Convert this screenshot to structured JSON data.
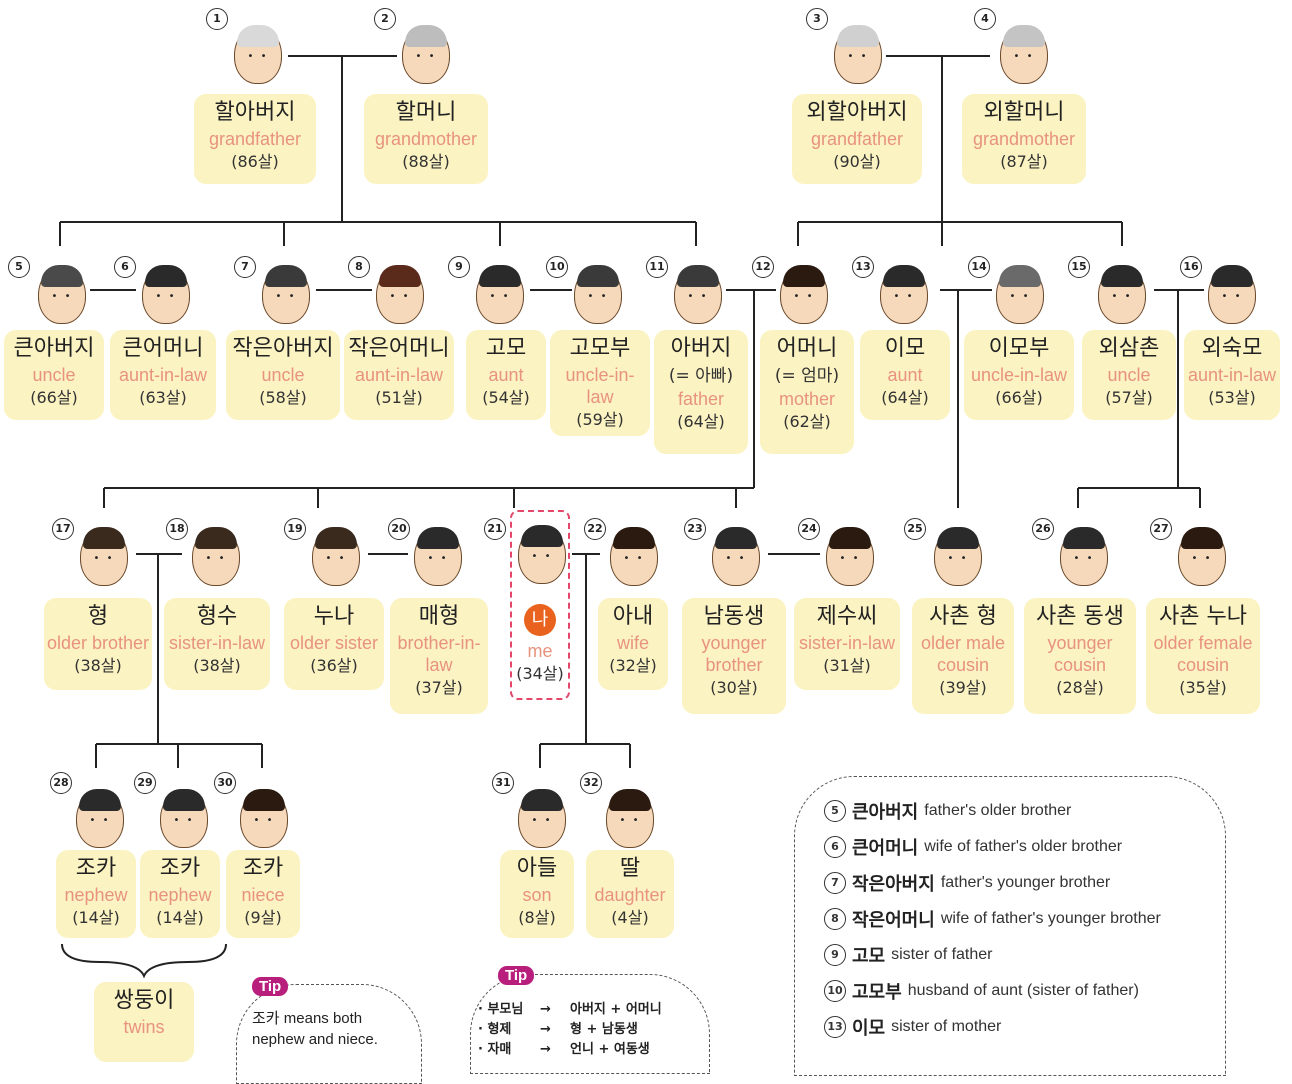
{
  "people": [
    {
      "num": "1",
      "kr": "할아버지",
      "en": "grandfather",
      "age": "(86살)",
      "hair": "#d9d9d9"
    },
    {
      "num": "2",
      "kr": "할머니",
      "en": "grandmother",
      "age": "(88살)",
      "hair": "#bdbdbd"
    },
    {
      "num": "3",
      "kr": "외할아버지",
      "en": "grandfather",
      "age": "(90살)",
      "hair": "#d0d0d0"
    },
    {
      "num": "4",
      "kr": "외할머니",
      "en": "grandmother",
      "age": "(87살)",
      "hair": "#c4c4c4"
    },
    {
      "num": "5",
      "kr": "큰아버지",
      "en": "uncle",
      "age": "(66살)",
      "hair": "#4a4a4a"
    },
    {
      "num": "6",
      "kr": "큰어머니",
      "en": "aunt-in-law",
      "age": "(63살)",
      "hair": "#2a2a2a"
    },
    {
      "num": "7",
      "kr": "작은아버지",
      "en": "uncle",
      "age": "(58살)",
      "hair": "#3a3a3a"
    },
    {
      "num": "8",
      "kr": "작은어머니",
      "en": "aunt-in-law",
      "age": "(51살)",
      "hair": "#5a2a1a"
    },
    {
      "num": "9",
      "kr": "고모",
      "en": "aunt",
      "age": "(54살)",
      "hair": "#2a2a2a"
    },
    {
      "num": "10",
      "kr": "고모부",
      "en": "uncle-in-law",
      "age": "(59살)",
      "hair": "#3a3a3a"
    },
    {
      "num": "11",
      "kr": "아버지",
      "eq": "(= 아빠)",
      "en": "father",
      "age": "(64살)",
      "hair": "#3a3a3a"
    },
    {
      "num": "12",
      "kr": "어머니",
      "eq": "(= 엄마)",
      "en": "mother",
      "age": "(62살)",
      "hair": "#2a1a10"
    },
    {
      "num": "13",
      "kr": "이모",
      "en": "aunt",
      "age": "(64살)",
      "hair": "#2a2a2a"
    },
    {
      "num": "14",
      "kr": "이모부",
      "en": "uncle-in-law",
      "age": "(66살)",
      "hair": "#6a6a6a"
    },
    {
      "num": "15",
      "kr": "외삼촌",
      "en": "uncle",
      "age": "(57살)",
      "hair": "#2a2a2a"
    },
    {
      "num": "16",
      "kr": "외숙모",
      "en": "aunt-in-law",
      "age": "(53살)",
      "hair": "#2a2a2a"
    },
    {
      "num": "17",
      "kr": "형",
      "en": "older brother",
      "age": "(38살)",
      "hair": "#3a2a1e"
    },
    {
      "num": "18",
      "kr": "형수",
      "en": "sister-in-law",
      "age": "(38살)",
      "hair": "#3a2a1e"
    },
    {
      "num": "19",
      "kr": "누나",
      "en": "older sister",
      "age": "(36살)",
      "hair": "#3a2a1e"
    },
    {
      "num": "20",
      "kr": "매형",
      "en": "brother-in-law",
      "age": "(37살)",
      "hair": "#2a2a2a"
    },
    {
      "num": "21",
      "kr": "나",
      "en": "me",
      "age": "(34살)",
      "hair": "#2a2a2a"
    },
    {
      "num": "22",
      "kr": "아내",
      "en": "wife",
      "age": "(32살)",
      "hair": "#2a1a10"
    },
    {
      "num": "23",
      "kr": "남동생",
      "en": "younger brother",
      "age": "(30살)",
      "hair": "#2a2a2a"
    },
    {
      "num": "24",
      "kr": "제수씨",
      "en": "sister-in-law",
      "age": "(31살)",
      "hair": "#2a1a10"
    },
    {
      "num": "25",
      "kr": "사촌 형",
      "en": "older male cousin",
      "age": "(39살)",
      "hair": "#2a2a2a"
    },
    {
      "num": "26",
      "kr": "사촌 동생",
      "en": "younger cousin",
      "age": "(28살)",
      "hair": "#2a2a2a"
    },
    {
      "num": "27",
      "kr": "사촌 누나",
      "en": "older female cousin",
      "age": "(35살)",
      "hair": "#2a1a10"
    },
    {
      "num": "28",
      "kr": "조카",
      "en": "nephew",
      "age": "(14살)",
      "hair": "#2a2a2a"
    },
    {
      "num": "29",
      "kr": "조카",
      "en": "nephew",
      "age": "(14살)",
      "hair": "#2a2a2a"
    },
    {
      "num": "30",
      "kr": "조카",
      "en": "niece",
      "age": "(9살)",
      "hair": "#2a1a10"
    },
    {
      "num": "31",
      "kr": "아들",
      "en": "son",
      "age": "(8살)",
      "hair": "#2a2a2a"
    },
    {
      "num": "32",
      "kr": "딸",
      "en": "daughter",
      "age": "(4살)",
      "hair": "#2a1a10"
    }
  ],
  "twins": {
    "kr": "쌍둥이",
    "en": "twins"
  },
  "tips": [
    {
      "badge": "Tip",
      "lines": [
        "조카 means both",
        "nephew and niece."
      ]
    },
    {
      "badge": "Tip",
      "rows": [
        {
          "term": "· 부모님",
          "arrow": "→",
          "parts": "아버지 + 어머니"
        },
        {
          "term": "· 형제",
          "arrow": "→",
          "parts": "형 + 남동생"
        },
        {
          "term": "· 자매",
          "arrow": "→",
          "parts": "언니 + 여동생"
        }
      ]
    }
  ],
  "legend": [
    {
      "num": "5",
      "kr": "큰아버지",
      "desc": "father's older brother"
    },
    {
      "num": "6",
      "kr": "큰어머니",
      "desc": "wife of father's older brother"
    },
    {
      "num": "7",
      "kr": "작은아버지",
      "desc": "father's younger brother"
    },
    {
      "num": "8",
      "kr": "작은어머니",
      "desc": "wife of father's younger brother"
    },
    {
      "num": "9",
      "kr": "고모",
      "desc": "sister of father"
    },
    {
      "num": "10",
      "kr": "고모부",
      "desc": "husband of aunt (sister of father)"
    },
    {
      "num": "13",
      "kr": "이모",
      "desc": "sister of mother"
    }
  ],
  "colors": {
    "card": "#fbf3c2",
    "english": "#e8937d",
    "tip_badge": "#b81e7c",
    "me_circle": "#e9631e",
    "me_border": "#e3476a"
  }
}
